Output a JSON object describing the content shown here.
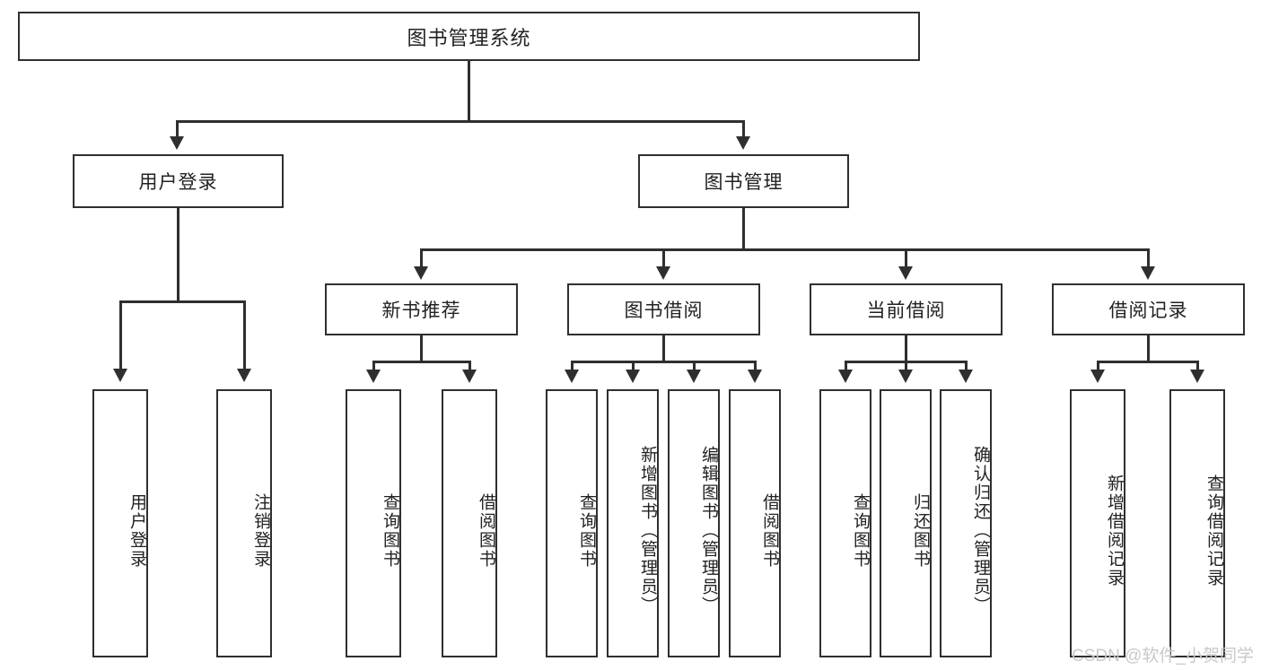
{
  "diagram": {
    "type": "tree-hierarchy",
    "title": "图书管理系统",
    "watermark": "CSDN @软件_小贺同学",
    "colors": {
      "background": "#ffffff",
      "box_border": "#2f2f2f",
      "box_fill": "#ffffff",
      "text": "#222222",
      "connector": "#2f2f2f",
      "watermark": "#c9c9c9"
    },
    "root": {
      "label": "图书管理系统"
    },
    "level2": [
      {
        "label": "用户登录"
      },
      {
        "label": "图书管理"
      }
    ],
    "level3": [
      {
        "label": "新书推荐"
      },
      {
        "label": "图书借阅"
      },
      {
        "label": "当前借阅"
      },
      {
        "label": "借阅记录"
      }
    ],
    "leaves": {
      "user_login": [
        {
          "label": "用户登录"
        },
        {
          "label": "注销登录"
        }
      ],
      "new_book_recommend": [
        {
          "label": "查询图书"
        },
        {
          "label": "借阅图书"
        }
      ],
      "book_borrow": [
        {
          "label": "查询图书"
        },
        {
          "label": "新增图书（管理员）"
        },
        {
          "label": "编辑图书（管理员）"
        },
        {
          "label": "借阅图书"
        }
      ],
      "current_borrow": [
        {
          "label": "查询图书"
        },
        {
          "label": "归还图书"
        },
        {
          "label": "确认归还（管理员）"
        }
      ],
      "borrow_record": [
        {
          "label": "新增借阅记录"
        },
        {
          "label": "查询借阅记录"
        }
      ]
    }
  }
}
